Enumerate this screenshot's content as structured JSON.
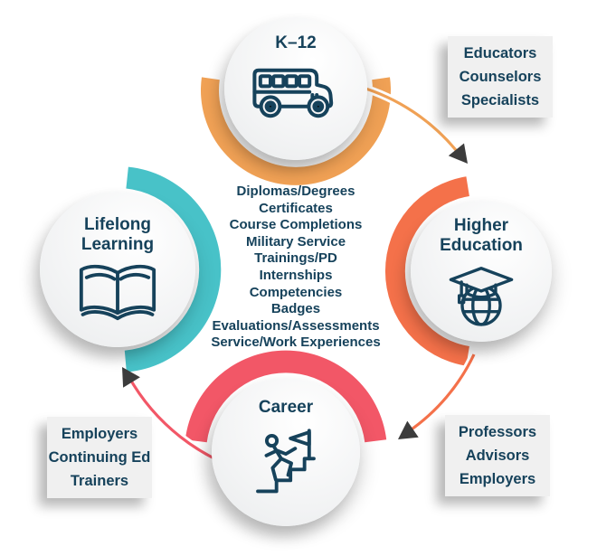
{
  "colors": {
    "text": "#16425B",
    "k12": "#F0A155",
    "higherEd": "#F4714A",
    "career": "#F25767",
    "lifelong": "#48C2C8",
    "arrowhead": "#3C3C3C",
    "nodeBg": "#F2F3F4",
    "boxBg": "#F0F0F0"
  },
  "nodes": [
    {
      "id": "k12",
      "label": "K–12",
      "icon": "school-bus-icon"
    },
    {
      "id": "higher-education",
      "label": "Higher Education",
      "icon": "graduation-cap-globe-icon"
    },
    {
      "id": "career",
      "label": "Career",
      "icon": "career-stairs-flag-icon"
    },
    {
      "id": "lifelong-learning",
      "label": "Lifelong Learning",
      "icon": "open-book-icon"
    }
  ],
  "center": {
    "items": [
      "Diplomas/Degrees",
      "Certificates",
      "Course Completions",
      "Military Service",
      "Trainings/PD",
      "Internships",
      "Competencies",
      "Badges",
      "Evaluations/Assessments",
      "Service/Work Experiences"
    ]
  },
  "side_boxes": [
    {
      "id": "k12-to-higher-ed",
      "lines": [
        "Educators",
        "Counselors",
        "Specialists"
      ]
    },
    {
      "id": "higher-ed-to-career",
      "lines": [
        "Professors",
        "Advisors",
        "Employers"
      ]
    },
    {
      "id": "career-to-lifelong",
      "lines": [
        "Employers",
        "Continuing Ed",
        "Trainers"
      ]
    }
  ]
}
